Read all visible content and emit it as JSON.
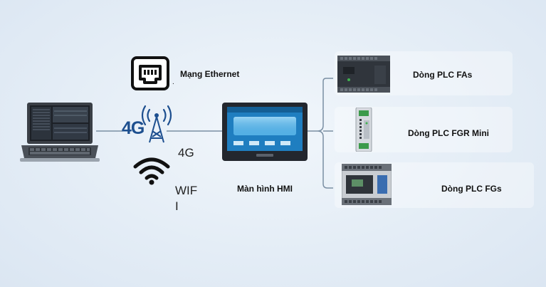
{
  "labels": {
    "ethernet": "Mạng Ethernet",
    "four_g_badge": "4G",
    "four_g": "4G",
    "wifi_line1": "WIF",
    "wifi_line2": "I",
    "hmi": "Màn hình HMI",
    "plc_fas": "Dòng PLC FAs",
    "plc_fgr_mini": "Dòng PLC FGR Mini",
    "plc_fgs": "Dòng PLC FGs"
  },
  "icons": {
    "laptop": "laptop-icon",
    "ethernet": "ethernet-port-icon",
    "four_g": "4g-tower-icon",
    "wifi": "wifi-icon",
    "hmi": "hmi-touchscreen",
    "plc_fas": "plc-fas-device",
    "plc_fgr": "plc-fgr-mini-device",
    "plc_fgs": "plc-fgs-device"
  },
  "colors": {
    "background": "#e3edf7",
    "connector": "#7a8fa3",
    "device_dark": "#2b2f36",
    "hmi_screen": "#2a8fd0",
    "four_g_blue": "#1d4f8f",
    "plc_green": "#3c9a4a"
  }
}
